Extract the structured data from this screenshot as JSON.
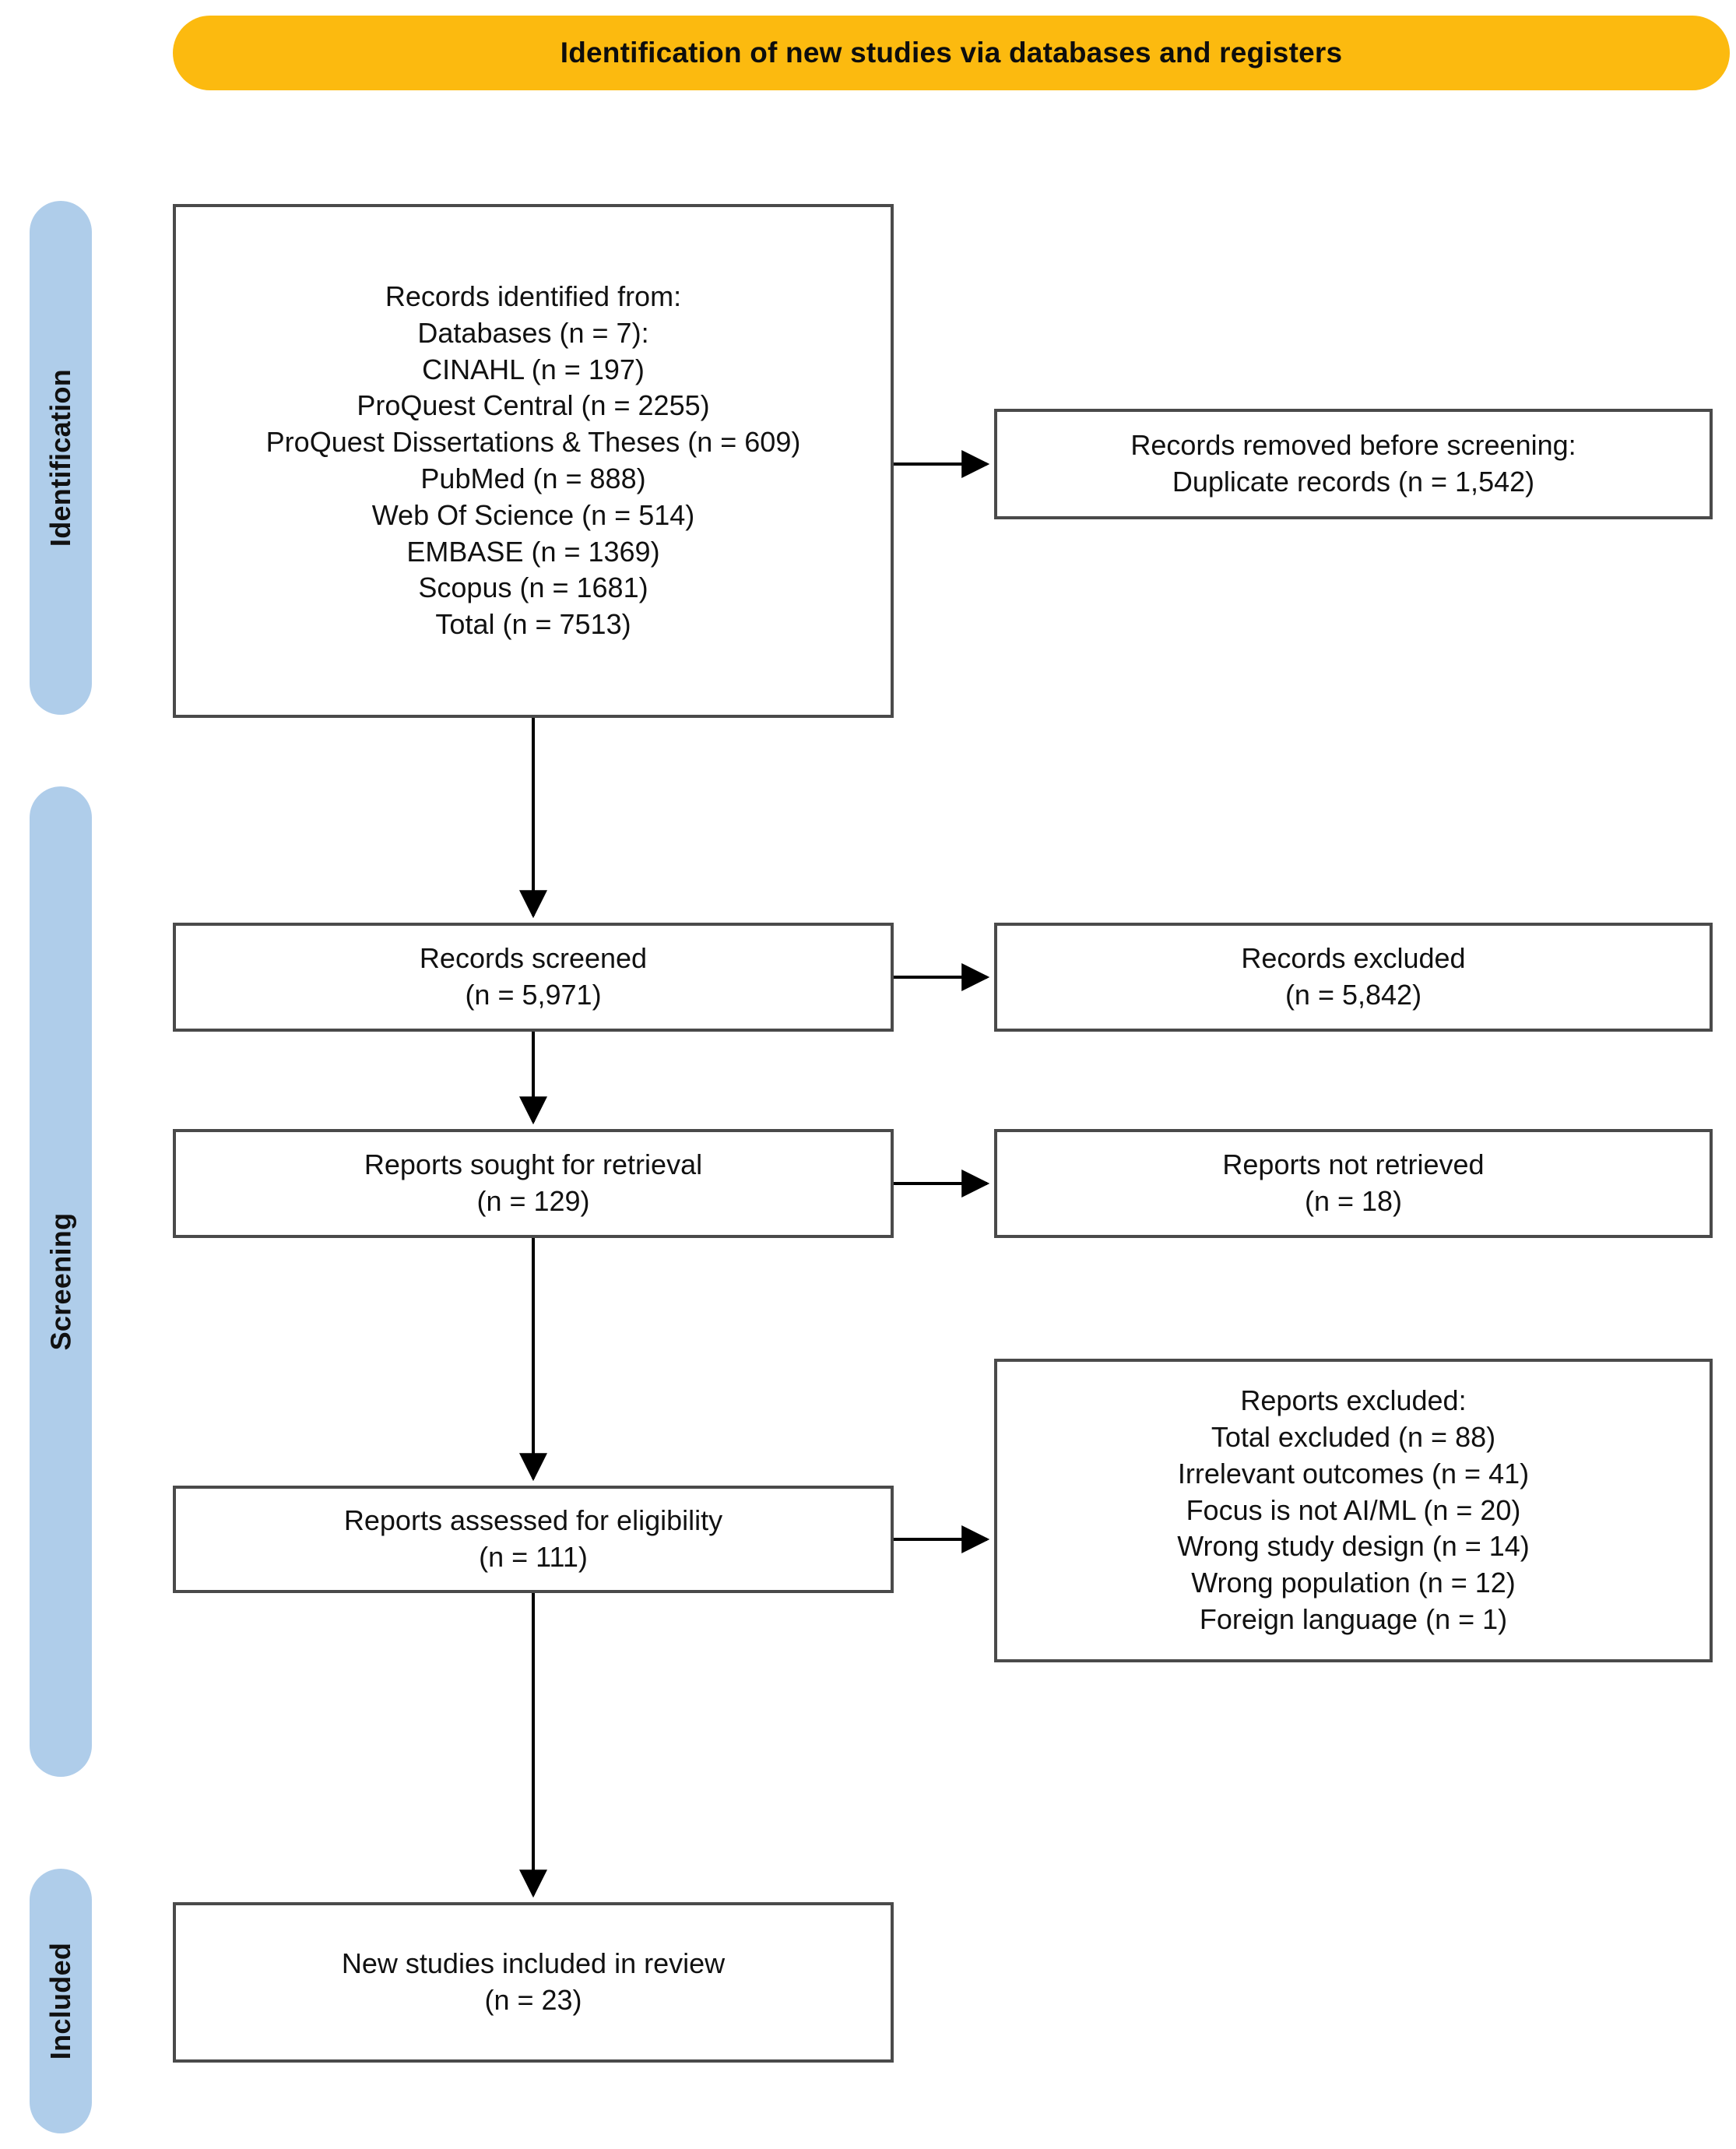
{
  "banner": {
    "title": "Identification of new studies via databases and registers",
    "color": "#FCBA0F"
  },
  "stages": {
    "identification": "Identification",
    "screening": "Screening",
    "included": "Included",
    "color": "#AFCDEA"
  },
  "boxes": {
    "identified": {
      "name": "Records identified from",
      "lines": [
        "Records identified from:",
        "Databases (n = 7):",
        "CINAHL (n =  197)",
        "ProQuest Central (n =  2255)",
        "ProQuest Dissertations & Theses (n =   609)",
        "PubMed (n =  888)",
        "Web Of Science (n =  514)",
        "EMBASE (n =  1369)",
        "Scopus (n =  1681)",
        "Total (n =  7513)"
      ]
    },
    "removed": {
      "name": "Records removed before screening",
      "lines": [
        "Records removed before screening:",
        "Duplicate records (n = 1,542)"
      ]
    },
    "screened": {
      "name": "Records screened",
      "lines": [
        "Records screened",
        "(n = 5,971)"
      ]
    },
    "records_excluded": {
      "name": "Records excluded",
      "lines": [
        "Records excluded",
        "(n = 5,842)"
      ]
    },
    "sought": {
      "name": "Reports sought for retrieval",
      "lines": [
        "Reports sought for retrieval",
        "(n = 129)"
      ]
    },
    "not_retrieved": {
      "name": "Reports not retrieved",
      "lines": [
        "Reports not retrieved",
        "(n = 18)"
      ]
    },
    "eligibility": {
      "name": "Reports assessed for eligibility",
      "lines": [
        "Reports assessed for eligibility",
        "(n = 111)"
      ]
    },
    "reports_excluded": {
      "name": "Reports excluded",
      "lines": [
        "Reports excluded:",
        "Total excluded (n =  88)",
        "Irrelevant outcomes (n =  41)",
        "Focus is not AI/ML (n =  20)",
        "Wrong study design (n =  14)",
        "Wrong population (n =  12)",
        "Foreign language (n =  1)"
      ]
    },
    "included": {
      "name": "New studies included in review",
      "lines": [
        "New studies included in review",
        "(n = 23)"
      ]
    }
  },
  "chart_data": {
    "type": "diagram",
    "title": "PRISMA 2020 flow diagram for new systematic reviews",
    "nodes": [
      {
        "id": "identified",
        "stage": "Identification",
        "label": "Records identified from databases",
        "n": 7513
      },
      {
        "id": "removed",
        "stage": "Identification",
        "label": "Records removed before screening (duplicates)",
        "n": 1542
      },
      {
        "id": "screened",
        "stage": "Screening",
        "label": "Records screened",
        "n": 5971
      },
      {
        "id": "records_excluded",
        "stage": "Screening",
        "label": "Records excluded",
        "n": 5842
      },
      {
        "id": "sought",
        "stage": "Screening",
        "label": "Reports sought for retrieval",
        "n": 129
      },
      {
        "id": "not_retrieved",
        "stage": "Screening",
        "label": "Reports not retrieved",
        "n": 18
      },
      {
        "id": "eligibility",
        "stage": "Screening",
        "label": "Reports assessed for eligibility",
        "n": 111
      },
      {
        "id": "reports_excluded",
        "stage": "Screening",
        "label": "Reports excluded",
        "n": 88
      },
      {
        "id": "included",
        "stage": "Included",
        "label": "New studies included in review",
        "n": 23
      }
    ],
    "databases": [
      {
        "name": "CINAHL",
        "n": 197
      },
      {
        "name": "ProQuest Central",
        "n": 2255
      },
      {
        "name": "ProQuest Dissertations & Theses",
        "n": 609
      },
      {
        "name": "PubMed",
        "n": 888
      },
      {
        "name": "Web Of Science",
        "n": 514
      },
      {
        "name": "EMBASE",
        "n": 1369
      },
      {
        "name": "Scopus",
        "n": 1681
      }
    ],
    "database_count": 7,
    "database_total": 7513,
    "exclusion_reasons": [
      {
        "reason": "Irrelevant outcomes",
        "n": 41
      },
      {
        "reason": "Focus is not AI/ML",
        "n": 20
      },
      {
        "reason": "Wrong study design",
        "n": 14
      },
      {
        "reason": "Wrong population",
        "n": 12
      },
      {
        "reason": "Foreign language",
        "n": 1
      }
    ],
    "edges": [
      {
        "from": "identified",
        "to": "removed",
        "direction": "right"
      },
      {
        "from": "identified",
        "to": "screened",
        "direction": "down"
      },
      {
        "from": "screened",
        "to": "records_excluded",
        "direction": "right"
      },
      {
        "from": "screened",
        "to": "sought",
        "direction": "down"
      },
      {
        "from": "sought",
        "to": "not_retrieved",
        "direction": "right"
      },
      {
        "from": "sought",
        "to": "eligibility",
        "direction": "down"
      },
      {
        "from": "eligibility",
        "to": "reports_excluded",
        "direction": "right"
      },
      {
        "from": "eligibility",
        "to": "included",
        "direction": "down"
      }
    ]
  }
}
